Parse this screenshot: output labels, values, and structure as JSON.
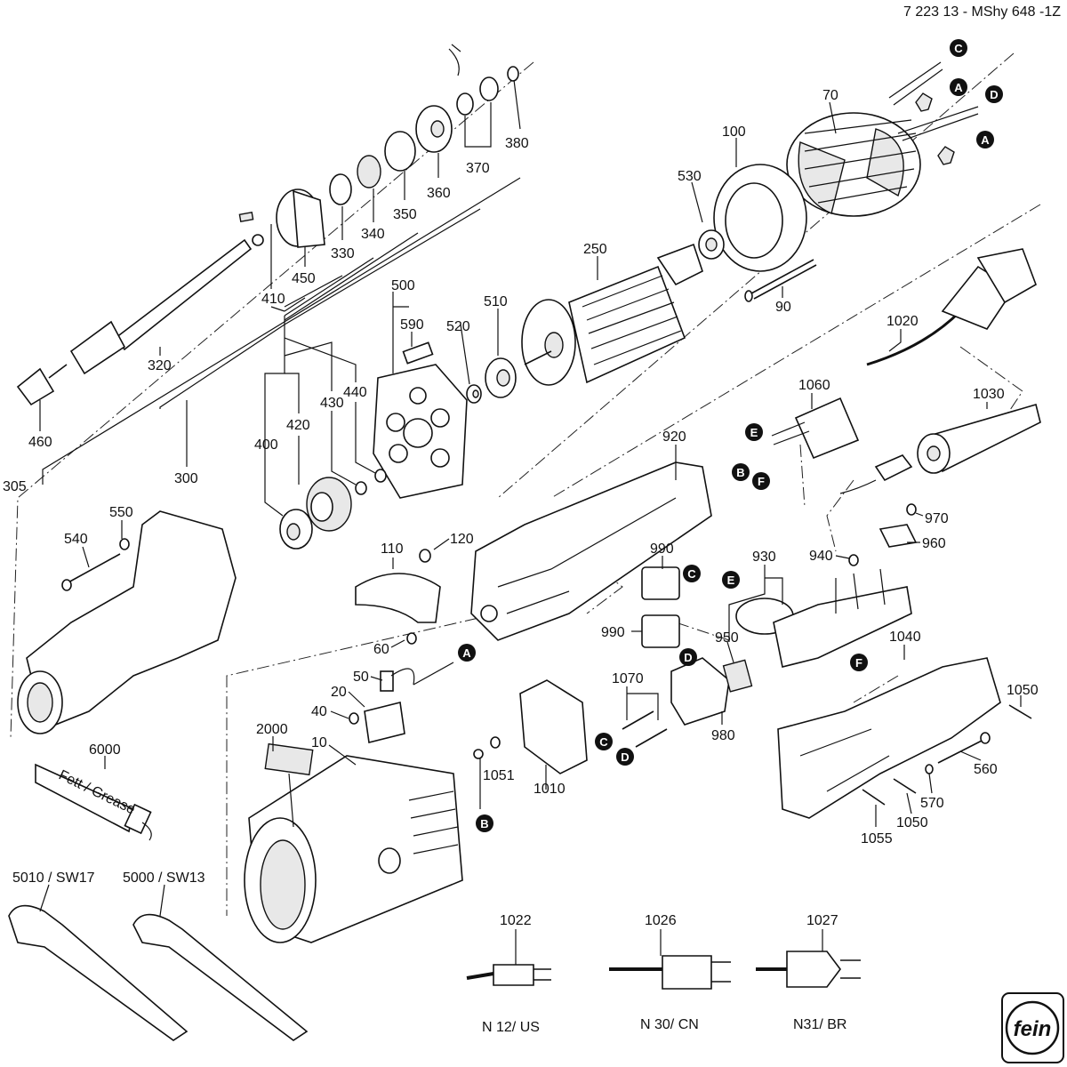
{
  "drawing_id": "7 223 13 - MShy 648 -1Z",
  "parts": [
    {
      "id": "p70",
      "text": "70"
    },
    {
      "id": "p100",
      "text": "100"
    },
    {
      "id": "p530",
      "text": "530"
    },
    {
      "id": "p250",
      "text": "250"
    },
    {
      "id": "p90",
      "text": "90"
    },
    {
      "id": "p510",
      "text": "510"
    },
    {
      "id": "p520",
      "text": "520"
    },
    {
      "id": "p500",
      "text": "500"
    },
    {
      "id": "p590",
      "text": "590"
    },
    {
      "id": "p380",
      "text": "380"
    },
    {
      "id": "p370",
      "text": "370"
    },
    {
      "id": "p360",
      "text": "360"
    },
    {
      "id": "p350",
      "text": "350"
    },
    {
      "id": "p340",
      "text": "340"
    },
    {
      "id": "p330",
      "text": "330"
    },
    {
      "id": "p450",
      "text": "450"
    },
    {
      "id": "p410",
      "text": "410"
    },
    {
      "id": "p320",
      "text": "320"
    },
    {
      "id": "p460",
      "text": "460"
    },
    {
      "id": "p305",
      "text": "305"
    },
    {
      "id": "p300",
      "text": "300"
    },
    {
      "id": "p400",
      "text": "400"
    },
    {
      "id": "p420",
      "text": "420"
    },
    {
      "id": "p430",
      "text": "430"
    },
    {
      "id": "p440",
      "text": "440"
    },
    {
      "id": "p540",
      "text": "540"
    },
    {
      "id": "p550",
      "text": "550"
    },
    {
      "id": "p110",
      "text": "110"
    },
    {
      "id": "p120",
      "text": "120"
    },
    {
      "id": "p60",
      "text": "60"
    },
    {
      "id": "p50",
      "text": "50"
    },
    {
      "id": "p20",
      "text": "20"
    },
    {
      "id": "p40",
      "text": "40"
    },
    {
      "id": "p10",
      "text": "10"
    },
    {
      "id": "p2000",
      "text": "2000"
    },
    {
      "id": "p6000",
      "text": "6000"
    },
    {
      "id": "p1051",
      "text": "1051"
    },
    {
      "id": "p920",
      "text": "920"
    },
    {
      "id": "p990a",
      "text": "990"
    },
    {
      "id": "p990b",
      "text": "990"
    },
    {
      "id": "p1010",
      "text": "1010"
    },
    {
      "id": "p1070",
      "text": "1070"
    },
    {
      "id": "p980",
      "text": "980"
    },
    {
      "id": "p950",
      "text": "950"
    },
    {
      "id": "p930",
      "text": "930"
    },
    {
      "id": "p940",
      "text": "940"
    },
    {
      "id": "p960",
      "text": "960"
    },
    {
      "id": "p970",
      "text": "970"
    },
    {
      "id": "p1060",
      "text": "1060"
    },
    {
      "id": "p1020",
      "text": "1020"
    },
    {
      "id": "p1030",
      "text": "1030"
    },
    {
      "id": "p1040",
      "text": "1040"
    },
    {
      "id": "p1050a",
      "text": "1050"
    },
    {
      "id": "p1050b",
      "text": "1050"
    },
    {
      "id": "p560",
      "text": "560"
    },
    {
      "id": "p570",
      "text": "570"
    },
    {
      "id": "p1055",
      "text": "1055"
    },
    {
      "id": "p5010",
      "text": "5010 / SW17"
    },
    {
      "id": "p5000",
      "text": "5000  / SW13"
    },
    {
      "id": "p1022",
      "text": "1022"
    },
    {
      "id": "p1026",
      "text": "1026"
    },
    {
      "id": "p1027",
      "text": "1027"
    }
  ],
  "plug_labels": {
    "us": "N 12/ US",
    "cn": "N 30/ CN",
    "br": "N31/ BR"
  },
  "tube_text": "Fett / Grease",
  "brand_logo": "fein",
  "bubbles": [
    "C",
    "A",
    "D",
    "A",
    "E",
    "B",
    "F",
    "C",
    "D",
    "E",
    "F",
    "A",
    "B",
    "C",
    "D"
  ]
}
